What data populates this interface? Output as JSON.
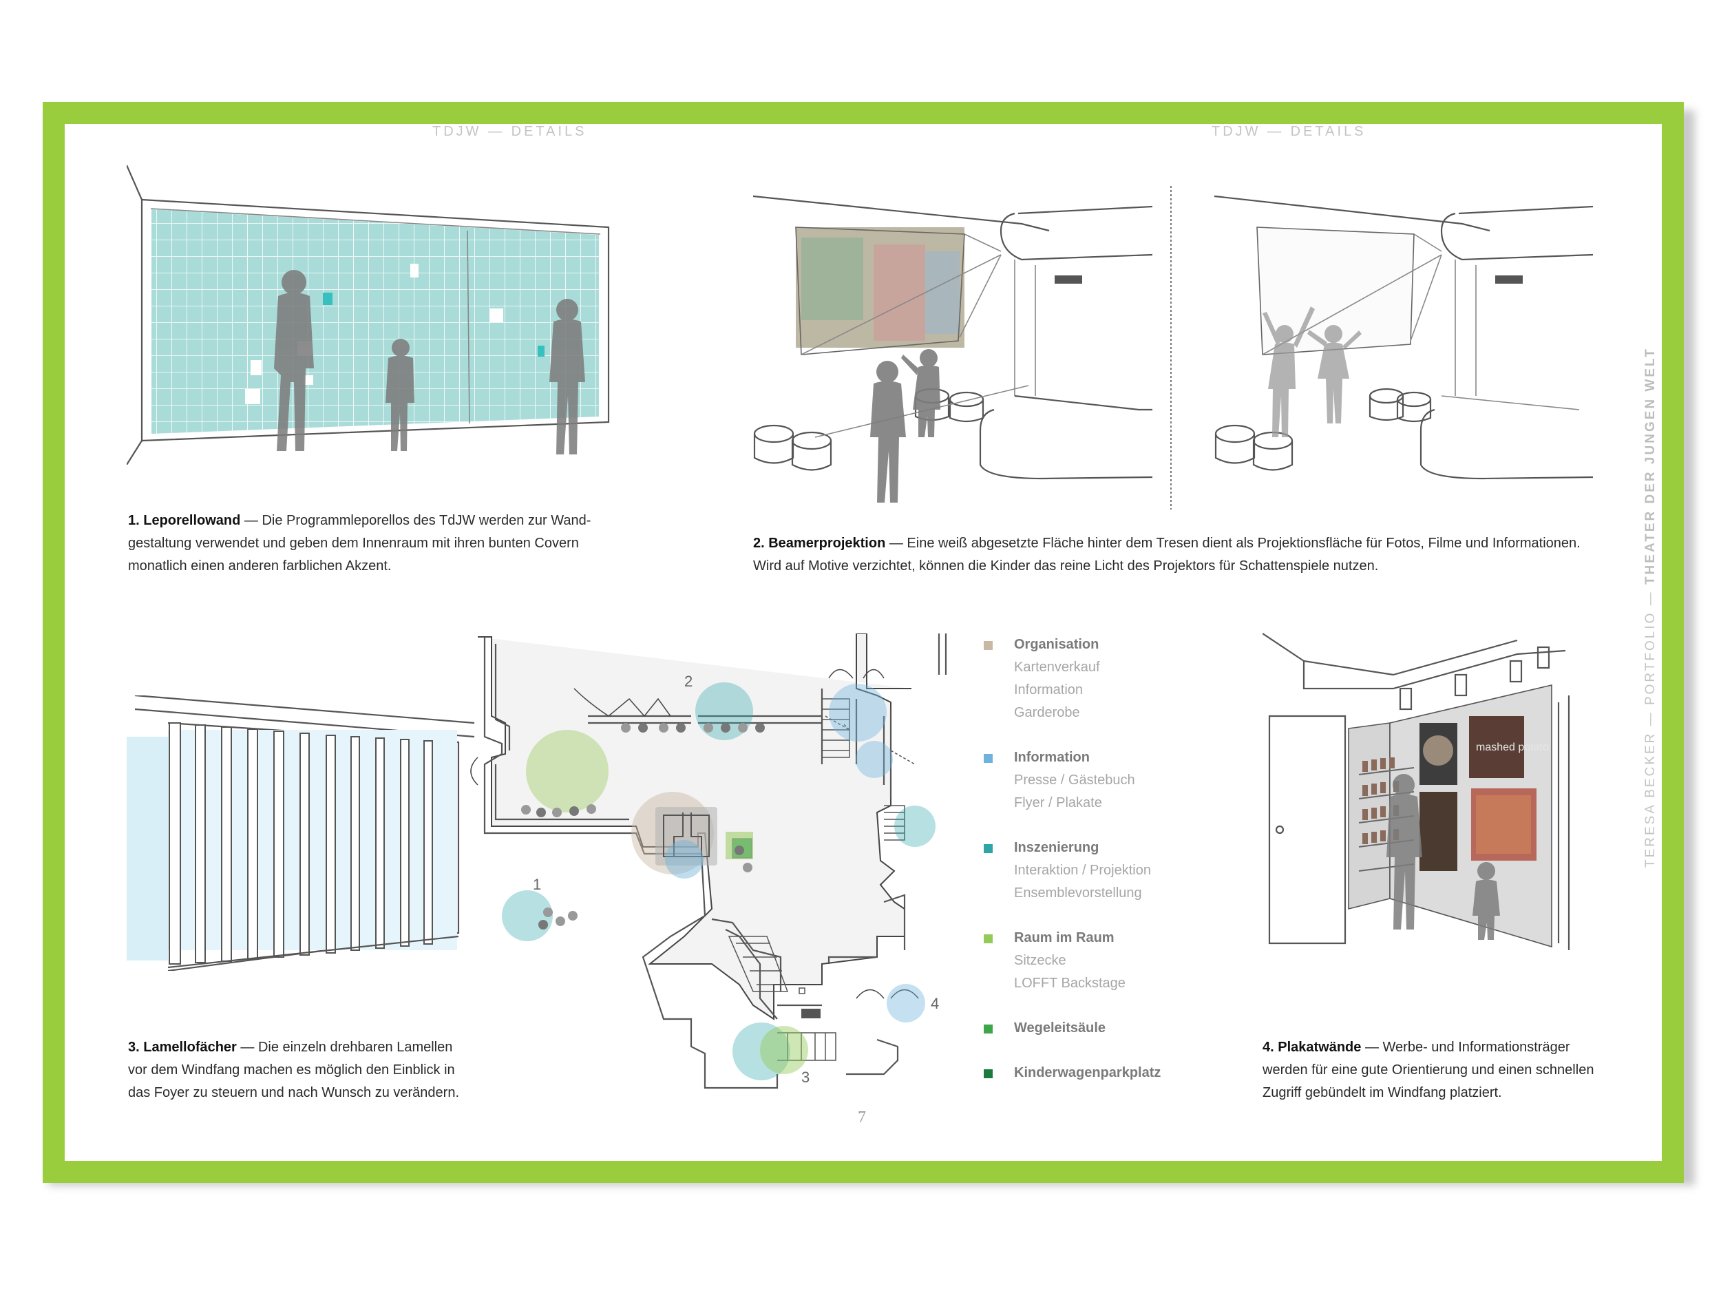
{
  "running_heads": [
    "TDJW — DETAILS",
    "TDJW — DETAILS"
  ],
  "side_title": {
    "name": "TERESA BECKER — PORTFOLIO — ",
    "subject": "THEATER DER JUNGEN WELT"
  },
  "captions": [
    {
      "title": "1. Leporellowand",
      "text": " — Die Programmleporellos des TdJW werden zur Wand-",
      "text2": "gestaltung verwendet und geben dem Innenraum mit ihren bunten Covern",
      "text3": "monatlich einen anderen farblichen Akzent."
    },
    {
      "title": "2. Beamerprojektion",
      "text": " — Eine weiß abgesetzte Fläche hinter dem Tresen dient als Projektionsfläche für Fotos, Filme und Informationen.",
      "text2": "Wird auf Motive verzichtet, können die Kinder das reine Licht des Projektors für Schattenspiele nutzen."
    },
    {
      "title": "3. Lamellofächer",
      "text": " — Die einzeln drehbaren Lamellen",
      "text2": "vor dem Windfang machen es möglich den Einblick in",
      "text3": "das Foyer zu steuern und nach Wunsch zu verändern."
    },
    {
      "title": "4. Plakatwände",
      "text": " — Werbe- und Informationsträger",
      "text2": "werden für eine gute Orientierung und einen schnellen",
      "text3": "Zugriff gebündelt im Windfang platziert."
    }
  ],
  "legend": [
    {
      "title": "Organisation",
      "items": [
        "Kartenverkauf",
        "Information",
        "Garderobe"
      ],
      "color": "#c9b8a3"
    },
    {
      "title": "Information",
      "items": [
        "Presse / Gästebuch",
        "Flyer / Plakate"
      ],
      "color": "#6fb3dc"
    },
    {
      "title": "Inszenierung",
      "items": [
        "Interaktion / Projektion",
        "Ensemblevorstellung"
      ],
      "color": "#2ea6a8"
    },
    {
      "title": "Raum im Raum",
      "items": [
        "Sitzecke",
        "LOFFT Backstage"
      ],
      "color": "#95c958"
    },
    {
      "title": "Wegeleitsäule",
      "items": [],
      "color": "#3ba64a"
    },
    {
      "title": "Kinderwagenparkplatz",
      "items": [],
      "color": "#1c7a3c"
    }
  ],
  "plan_labels": [
    "1",
    "2",
    "3",
    "4"
  ],
  "poster_text": "mashed potato",
  "page_number": "7"
}
